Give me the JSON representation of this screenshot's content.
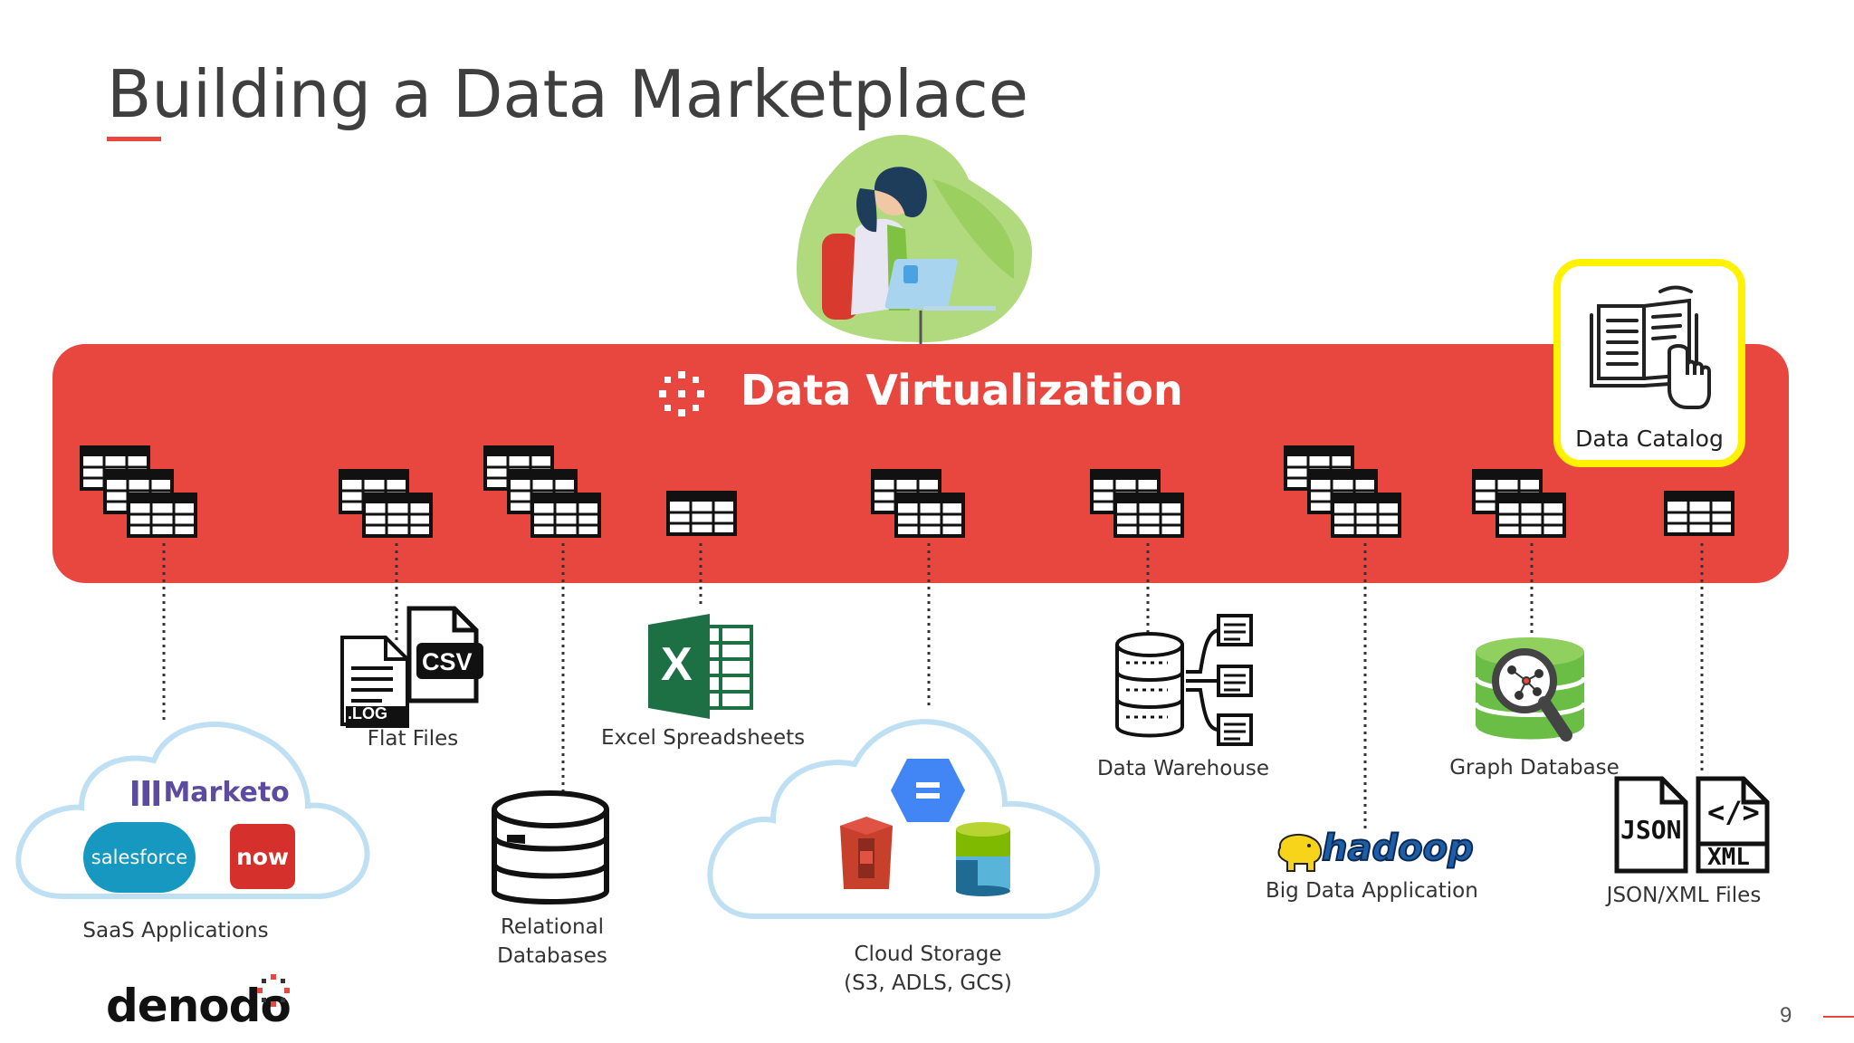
{
  "page": {
    "title": "Building a Data Marketplace",
    "page_number": "9"
  },
  "band": {
    "title": "Data Virtualization",
    "color": "#e8473f"
  },
  "catalog": {
    "label": "Data Catalog",
    "highlight_color": "#fff200",
    "icon": "data-catalog-book-icon"
  },
  "sources": {
    "saas": {
      "label": "SaaS Applications",
      "marketo": "Marketo",
      "salesforce": "salesforce",
      "now": "now"
    },
    "flat_files": {
      "label": "Flat Files",
      "csv": "CSV",
      "log": ".LOG"
    },
    "relational": {
      "label_line1": "Relational",
      "label_line2": "Databases"
    },
    "excel": {
      "label": "Excel Spreadsheets",
      "letter": "X"
    },
    "cloud": {
      "label_line1": "Cloud Storage",
      "label_line2": "(S3, ADLS, GCS)"
    },
    "warehouse": {
      "label": "Data Warehouse"
    },
    "hadoop": {
      "label": "Big Data Application",
      "logo_text": "hadoop"
    },
    "graph": {
      "label": "Graph Database"
    },
    "jsonxml": {
      "label": "JSON/XML Files",
      "json": "JSON",
      "xml": "XML",
      "code": "</>"
    }
  },
  "brand": {
    "logo": "denodo",
    "accent": "#e8473f"
  }
}
